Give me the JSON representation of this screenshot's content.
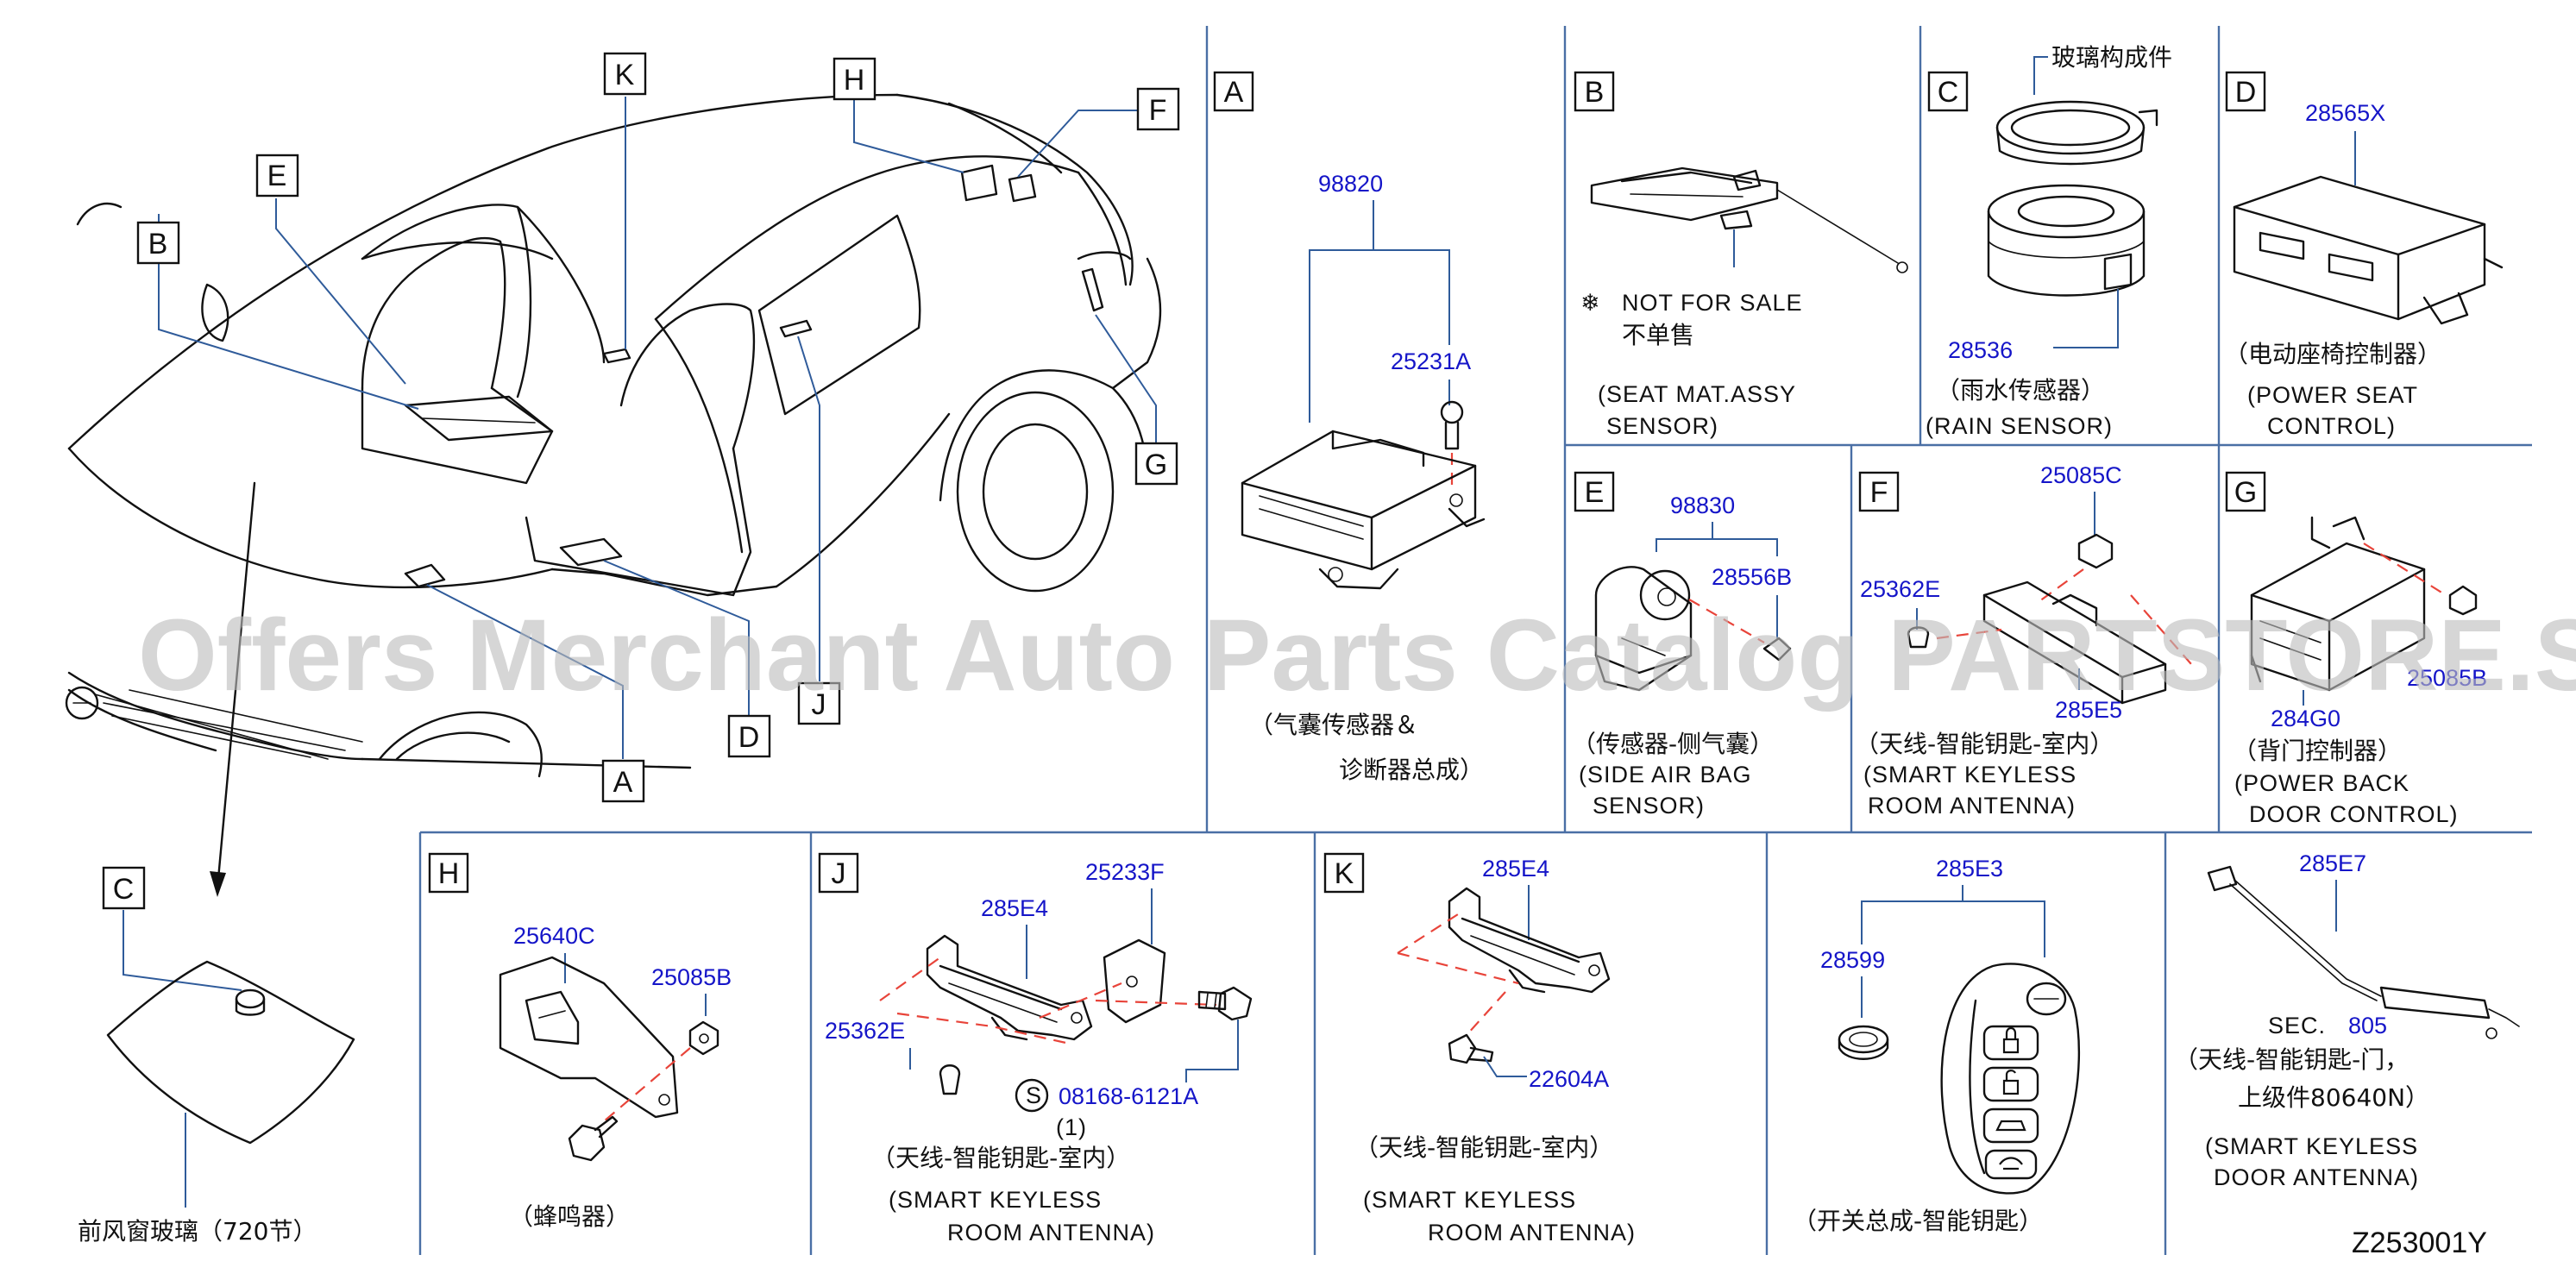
{
  "callouts": {
    "A": "A",
    "B": "B",
    "C": "C",
    "D": "D",
    "E": "E",
    "F": "F",
    "G": "G",
    "H": "H",
    "J": "J",
    "K": "K"
  },
  "windshield_label": "前风窗玻璃（720节）",
  "panel_A": {
    "parts": {
      "p98820": "98820",
      "p25231A": "25231A"
    },
    "name_cn_1": "（气囊传感器＆",
    "name_cn_2": "诊断器总成）"
  },
  "panel_B": {
    "note_symbol": "❄",
    "note_en": "NOT  FOR  SALE",
    "note_cn": "不单售",
    "name_en_1": "(SEAT   MAT.ASSY",
    "name_en_2": "SENSOR)"
  },
  "panel_C": {
    "glass_cn": "玻璃构成件",
    "part": "28536",
    "name_cn": "（雨水传感器）",
    "name_en": "(RAIN   SENSOR)"
  },
  "panel_D": {
    "part": "28565X",
    "name_cn": "（电动座椅控制器）",
    "name_en_1": "(POWER   SEAT",
    "name_en_2": "CONTROL)"
  },
  "panel_E": {
    "parts": {
      "p98830": "98830",
      "p28556B": "28556B"
    },
    "name_cn": "（传感器-侧气囊）",
    "name_en_1": "(SIDE   AIR   BAG",
    "name_en_2": "SENSOR)"
  },
  "panel_F": {
    "parts": {
      "p25085C": "25085C",
      "p25362E": "25362E",
      "p285E5": "285E5"
    },
    "name_cn": "（天线-智能钥匙-室内）",
    "name_en_1": "(SMART   KEYLESS",
    "name_en_2": "ROOM   ANTENNA)"
  },
  "panel_G": {
    "parts": {
      "p25085B": "25085B",
      "p284G0": "284G0"
    },
    "name_cn": "（背门控制器）",
    "name_en_1": "(POWER   BACK",
    "name_en_2": "DOOR   CONTROL)"
  },
  "panel_H": {
    "parts": {
      "p25640C": "25640C",
      "p25085B": "25085B"
    },
    "name_cn": "（蜂鸣器）"
  },
  "panel_J": {
    "parts": {
      "p285E4": "285E4",
      "p25233F": "25233F",
      "p25362E": "25362E",
      "p08168": "08168-6121A"
    },
    "s_symbol": "S",
    "qty": "(1)",
    "name_cn": "（天线-智能钥匙-室内）",
    "name_en_1": "(SMART   KEYLESS",
    "name_en_2": "ROOM   ANTENNA)"
  },
  "panel_K": {
    "parts": {
      "p285E4": "285E4",
      "p22604A": "22604A"
    },
    "name_cn": "（天线-智能钥匙-室内）",
    "name_en_1": "(SMART   KEYLESS",
    "name_en_2": "ROOM   ANTENNA)"
  },
  "panel_key": {
    "parts": {
      "p285E3": "285E3",
      "p28599": "28599"
    },
    "name_cn": "（开关总成-智能钥匙）"
  },
  "panel_door_antenna": {
    "part": "285E7",
    "sec_prefix": "SEC.",
    "sec_num": "805",
    "name_cn_1": "（天线-智能钥匙-门，",
    "name_cn_2": "上级件80640N）",
    "name_en_1": "(SMART   KEYLESS",
    "name_en_2": "DOOR   ANTENNA)"
  },
  "diagram_id": "Z253001Y",
  "watermark": "Offers Merchant Auto Parts Catalog PARTSTORE.SA",
  "colors": {
    "part_number": "#1515c8",
    "frame": "#4a6fa5",
    "hidden_line": "#e8443a",
    "text": "#111111"
  }
}
